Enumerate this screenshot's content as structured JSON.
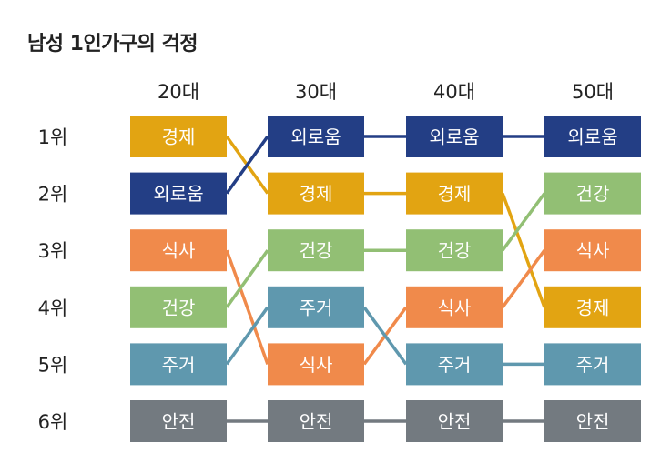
{
  "chart_data": {
    "type": "bump",
    "title": "남성 1인가구의 걱정",
    "columns": [
      "20대",
      "30대",
      "40대",
      "50대"
    ],
    "ranks": [
      "1위",
      "2위",
      "3위",
      "4위",
      "5위",
      "6위"
    ],
    "series": [
      {
        "name": "경제",
        "color": "#E2A412",
        "ranks": [
          1,
          2,
          2,
          4
        ]
      },
      {
        "name": "외로움",
        "color": "#233E85",
        "ranks": [
          2,
          1,
          1,
          1
        ]
      },
      {
        "name": "식사",
        "color": "#F08A4B",
        "ranks": [
          3,
          5,
          4,
          3
        ]
      },
      {
        "name": "건강",
        "color": "#92BF74",
        "ranks": [
          4,
          3,
          3,
          2
        ]
      },
      {
        "name": "주거",
        "color": "#5F98AE",
        "ranks": [
          5,
          4,
          5,
          5
        ]
      },
      {
        "name": "안전",
        "color": "#737A80",
        "ranks": [
          6,
          6,
          6,
          6
        ]
      }
    ]
  }
}
